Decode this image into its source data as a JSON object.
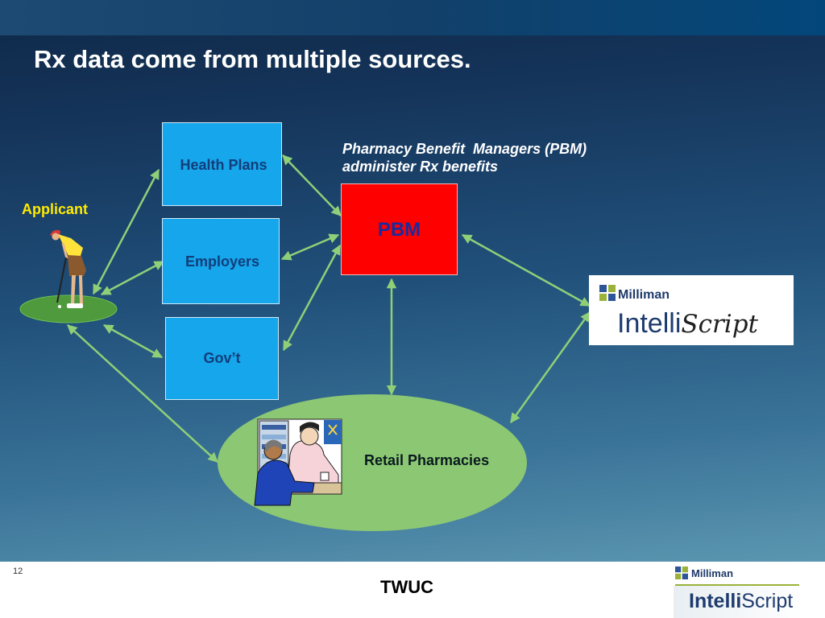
{
  "slide": {
    "title": "Rx data come from multiple sources.",
    "page_number": "12",
    "footer_text": "TWUC"
  },
  "diagram": {
    "applicant_label": "Applicant",
    "boxes": {
      "health_plans": "Health Plans",
      "employers": "Employers",
      "govt": "Gov’t"
    },
    "pbm": {
      "label": "PBM",
      "description": "Pharmacy Benefit  Managers (PBM)\nadminister Rx benefits"
    },
    "retail_label": "Retail Pharmacies"
  },
  "logo_milliman_intelliscript": {
    "milliman": "Milliman",
    "intelli": "Intelli",
    "script": "Script"
  },
  "footer_logo": {
    "milliman": "Milliman",
    "intelli": "Intelli",
    "script": "Script"
  },
  "colors": {
    "box_blue": "#15a6ec",
    "pbm_red": "#ff0000",
    "ellipse_green": "#8cc873",
    "arrow_green": "#8fcf78",
    "applicant_yellow": "#ffea00"
  },
  "icons": [
    "golfer-icon",
    "pharmacy-clipart-icon",
    "milliman-logo-icon"
  ]
}
